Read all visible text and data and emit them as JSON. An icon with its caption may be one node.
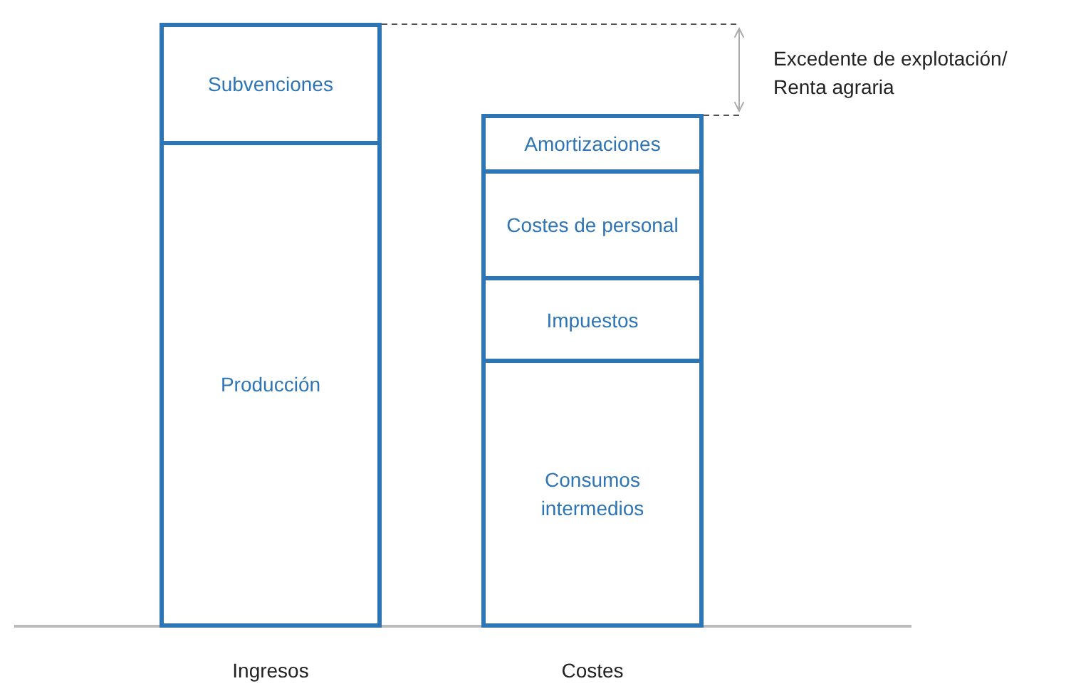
{
  "diagram": {
    "nodes": [
      {
        "text": [
          "Subvenciones"
        ]
      },
      {
        "text": [
          "Producción"
        ]
      },
      {
        "text": [
          "Amortizaciones"
        ]
      },
      {
        "text": [
          "Costes de personal"
        ]
      },
      {
        "text": [
          "Impuestos"
        ]
      },
      {
        "text": [
          "Consumos intermedios"
        ]
      }
    ],
    "labels": [
      "Excedente de explotación/ Renta agraria",
      "Ingresos",
      "Costes"
    ]
  }
}
